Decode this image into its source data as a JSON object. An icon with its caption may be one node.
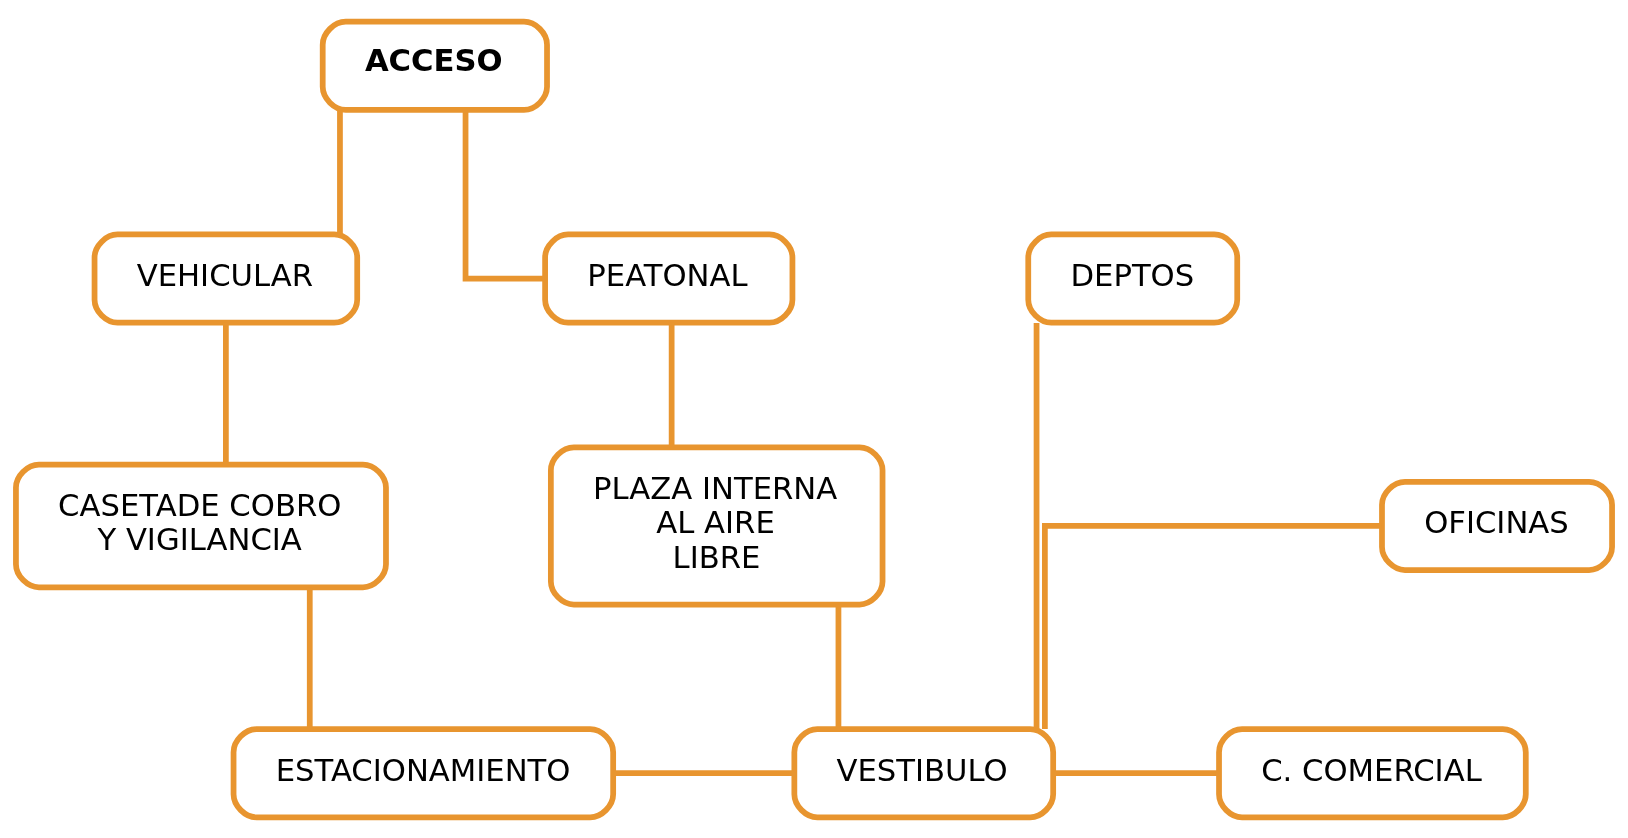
{
  "diagram": {
    "nodes": [
      {
        "text": [
          "ACCESO"
        ]
      },
      {
        "text": [
          "VEHICULAR"
        ]
      },
      {
        "text": [
          "PEATONAL"
        ]
      },
      {
        "text": [
          "CASETADE COBRO Y VIGILANCIA"
        ]
      },
      {
        "text": [
          "PLAZA INTERNA AL AIRE LIBRE"
        ]
      },
      {
        "text": [
          "DEPTOS"
        ]
      },
      {
        "text": [
          "OFICINAS"
        ]
      },
      {
        "text": [
          "ESTACIONAMIENTO"
        ]
      },
      {
        "text": [
          "VESTIBULO"
        ]
      },
      {
        "text": [
          "C. COMERCIAL"
        ]
      }
    ],
    "edges": [
      {
        "from": 0,
        "to": 1,
        "arrow": "none"
      },
      {
        "from": 0,
        "to": 2,
        "arrow": "none"
      },
      {
        "from": 1,
        "to": 3,
        "arrow": "none"
      },
      {
        "from": 2,
        "to": 4,
        "arrow": "none"
      },
      {
        "from": 3,
        "to": 7,
        "arrow": "none"
      },
      {
        "from": 4,
        "to": 8,
        "arrow": "none"
      },
      {
        "from": 7,
        "to": 8,
        "arrow": "none"
      },
      {
        "from": 8,
        "to": 5,
        "arrow": "none"
      },
      {
        "from": 8,
        "to": 6,
        "arrow": "none"
      },
      {
        "from": 8,
        "to": 9,
        "arrow": "none"
      }
    ]
  }
}
